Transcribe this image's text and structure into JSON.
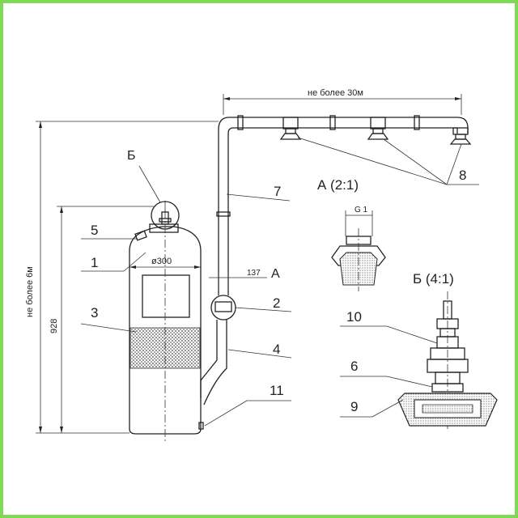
{
  "labels": {
    "length_limit": "не более 30м",
    "height_limit": "не более 6м",
    "height_928": "928",
    "diameter": "ø300",
    "dim_137": "137",
    "view_a_marker": "А",
    "view_a": "А (2:1)",
    "thread": "G 1",
    "view_b_marker": "Б",
    "view_b": "Б (4:1)"
  },
  "callouts": [
    "1",
    "2",
    "3",
    "4",
    "5",
    "6",
    "7",
    "8",
    "9",
    "10",
    "11"
  ],
  "colors": {
    "border": "#7ed957",
    "line": "#222222",
    "hatch": "#555555"
  }
}
